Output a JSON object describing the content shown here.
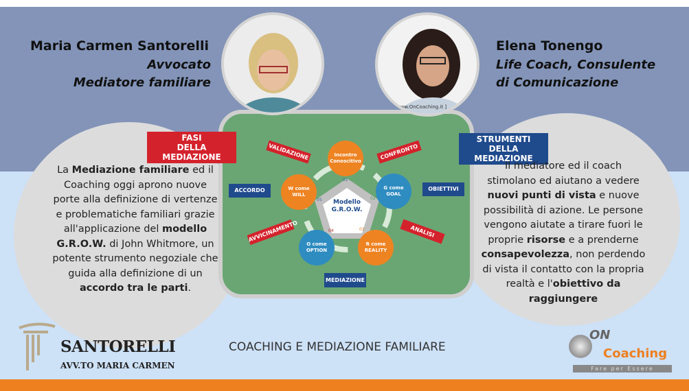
{
  "left_person": {
    "name": "Maria Carmen Santorelli",
    "role_line1": "Avvocato",
    "role_line2": "Mediatore familiare"
  },
  "right_person": {
    "name": "Elena Tonengo",
    "role_line1": "Life Coach, Consulente",
    "role_line2": "di Comunicazione",
    "photo_caption": "[ www.OnCoaching.it ]"
  },
  "left_panel": {
    "header_line1": "FASI",
    "header_line2": "DELLA MEDIAZIONE",
    "t1": "La ",
    "b1": "Mediazione familiare",
    "t2": " ed il Coaching oggi aprono nuove porte alla definizione di vertenze e problematiche familiari grazie all'applicazione del ",
    "b2": "modello G.R.O.W.",
    "t3": " di John Whitmore, un potente strumento negoziale che guida alla definizione di un ",
    "b3": "accordo tra le parti",
    "t4": "."
  },
  "right_panel": {
    "header_line1": "STRUMENTI",
    "header_line2": "DELLA MEDIAZIONE",
    "t1": "Il mediatore ed il coach stimolano ed aiutano a vedere ",
    "b1": "nuovi punti di vista",
    "t2": " e nuove possibilità di azione. Le persone vengono aiutate a tirare fuori le proprie ",
    "b2": "risorse",
    "t3": " e a prenderne ",
    "b3": "consapevolezza",
    "t4": ", non perdendo di vista il contatto con la propria realtà e l'",
    "b4": "obiettivo da raggiungere"
  },
  "diagram": {
    "center_line1": "Modello",
    "center_line2": "G.R.O.W.",
    "nodes": [
      {
        "num": "01",
        "l1": "Incontro",
        "l2": "Conoscitivo"
      },
      {
        "num": "02",
        "l1": "G come",
        "l2": "GOAL"
      },
      {
        "num": "03",
        "l1": "R come",
        "l2": "REALITY"
      },
      {
        "num": "04",
        "l1": "O come",
        "l2": "OPTION"
      },
      {
        "num": "05",
        "l1": "W come",
        "l2": "WILL"
      }
    ],
    "tags": {
      "validazione": "VALIDAZIONE",
      "confronto": "CONFRONTO",
      "accordo": "ACCORDO",
      "obiettivi": "OBIETTIVI",
      "avvicinamento": "AVVICINAMENTO",
      "analisi": "ANALISI",
      "mediazione": "MEDIAZIONE"
    }
  },
  "footer": {
    "logo_title": "SANTORELLI",
    "logo_subtitle": "AVV.TO MARIA CARMEN",
    "center_title": "COACHING E MEDIAZIONE FAMILIARE",
    "on_logo": "ON",
    "coaching_logo": "Coaching",
    "coaching_tagline": "Fare per Essere"
  },
  "colors": {
    "band": "#8394b8",
    "light": "#cde1f7",
    "orange": "#ee8020",
    "red": "#d4222c",
    "blue": "#1f4a8c",
    "green": "#6aa673"
  }
}
